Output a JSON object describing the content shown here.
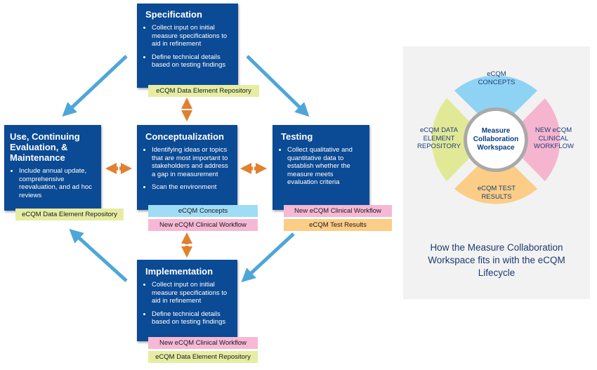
{
  "spec": {
    "title": "Specification",
    "bullets": [
      "Collect input on initial measure specifications to aid in refinement",
      "Define technical details based on testing findings"
    ],
    "tags": [
      "eCQM Data Element Repository"
    ]
  },
  "use": {
    "title": "Use, Continuing Evaluation, & Maintenance",
    "bullets": [
      "Include annual update, comprehensive reevaluation, and ad hoc reviews"
    ],
    "tags": [
      "eCQM Data Element Repository"
    ]
  },
  "concept": {
    "title": "Conceptualization",
    "bullets": [
      "Identifying ideas or topics that are most important to stakeholders and address a gap in measurement",
      "Scan the environment"
    ],
    "tags": [
      "eCQM Concepts",
      "New eCQM Clinical Workflow"
    ]
  },
  "testing": {
    "title": "Testing",
    "bullets": [
      "Collect qualitative and quantitative data to establish whether the measure meets evaluation criteria"
    ],
    "tags": [
      "New eCQM Clinical Workflow",
      "eCQM Test Results"
    ]
  },
  "impl": {
    "title": "Implementation",
    "bullets": [
      "Collect input on initial measure specifications to aid in refinement",
      "Define technical details based on testing findings"
    ],
    "tags": [
      "New eCQM Clinical Workflow",
      "eCQM Data Element Repository"
    ]
  },
  "wheel": {
    "center": "Measure Collaboration Workspace",
    "segments": {
      "top": "eCQM CONCEPTS",
      "right": "NEW eCQM CLINICAL WORKFLOW",
      "bottom": "eCQM TEST RESULTS",
      "left": "eCQM DATA ELEMENT REPOSITORY"
    },
    "caption": "How the Measure Collaboration Workspace fits in with the eCQM Lifecycle"
  },
  "colors": {
    "box": "#0b4a94",
    "arrow_blue": "#4ea6d8",
    "arrow_orange": "#e2802f",
    "wheel_top": "#8fd3f4",
    "wheel_right": "#f6b5cf",
    "wheel_bottom": "#fbcd86",
    "wheel_left": "#e2e996"
  }
}
